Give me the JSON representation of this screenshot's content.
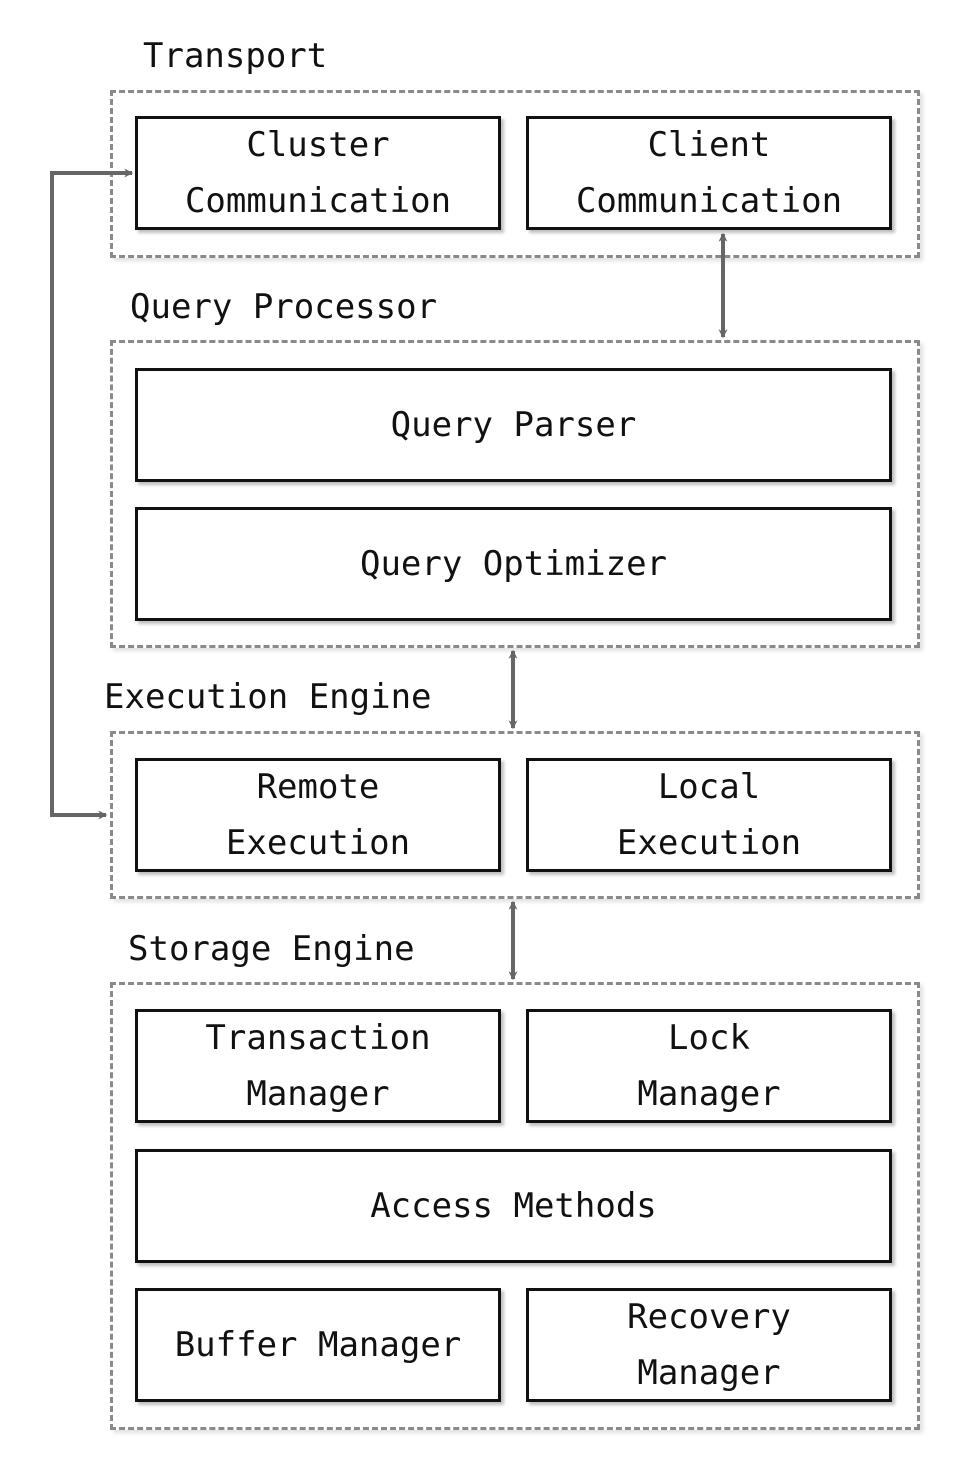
{
  "groups": {
    "transport": {
      "label": "Transport"
    },
    "query_processor": {
      "label": "Query Processor"
    },
    "execution_engine": {
      "label": "Execution Engine"
    },
    "storage_engine": {
      "label": "Storage Engine"
    }
  },
  "boxes": {
    "cluster_communication": "Cluster\nCommunication",
    "client_communication": "Client\nCommunication",
    "query_parser": "Query Parser",
    "query_optimizer": "Query Optimizer",
    "remote_execution": "Remote\nExecution",
    "local_execution": "Local\nExecution",
    "transaction_manager": "Transaction\nManager",
    "lock_manager": "Lock\nManager",
    "access_methods": "Access Methods",
    "buffer_manager": "Buffer Manager",
    "recovery_manager": "Recovery\nManager"
  },
  "colors": {
    "box_border": "#111111",
    "group_border": "#8a8a8a",
    "arrow": "#666666"
  }
}
